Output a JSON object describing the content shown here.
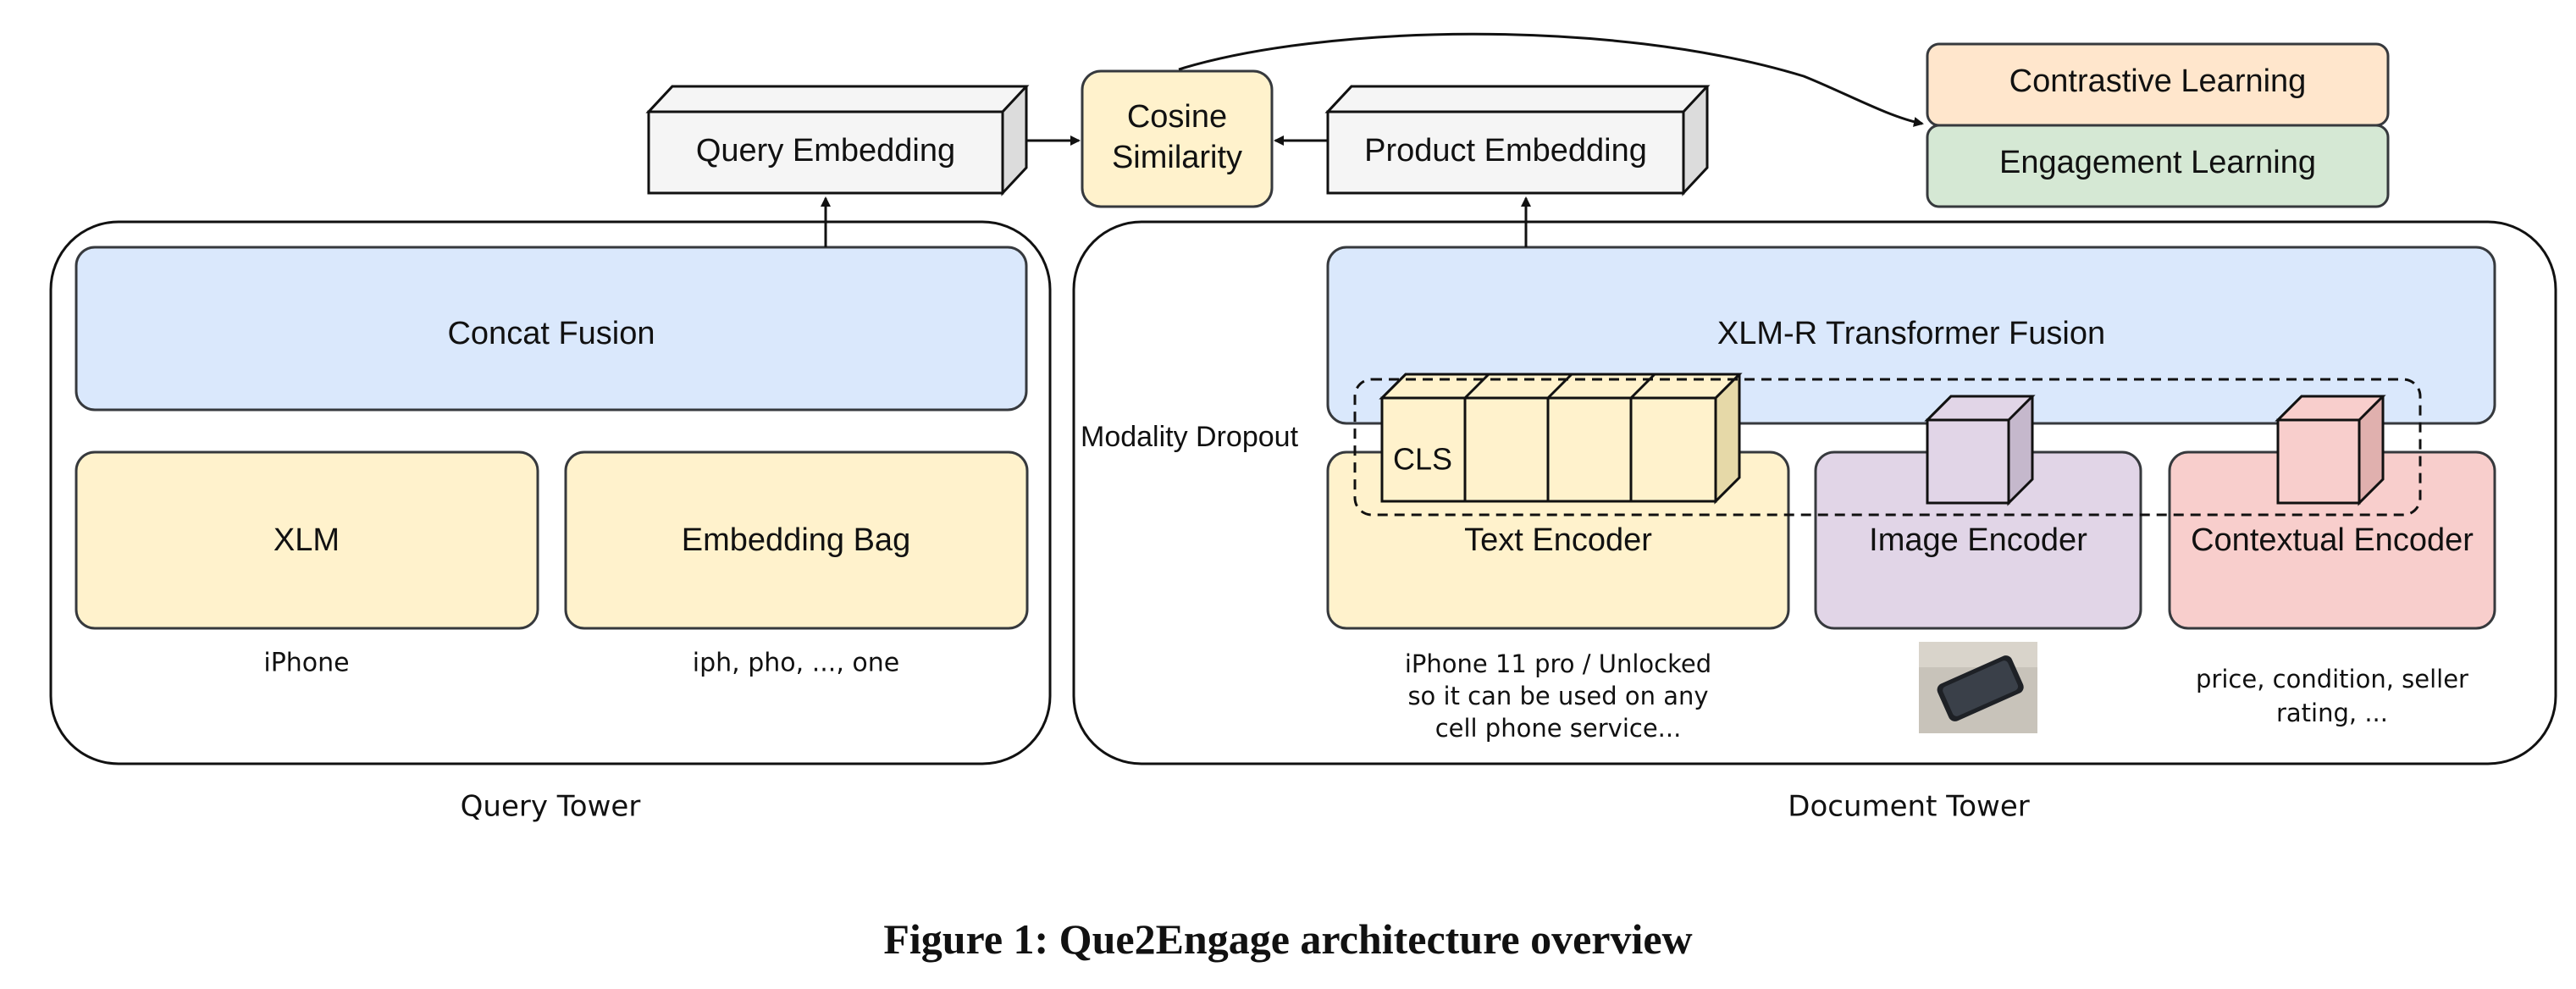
{
  "query_tower": {
    "label": "Query Tower",
    "fusion": "Concat Fusion",
    "encoder_left": "XLM",
    "encoder_right": "Embedding Bag",
    "input_left": "iPhone",
    "input_right": "iph, pho, ..., one"
  },
  "document_tower": {
    "label": "Document Tower",
    "fusion": "XLM-R Transformer Fusion",
    "modality_dropout": "Modality Dropout",
    "cls_token": "CLS",
    "text_encoder": "Text Encoder",
    "image_encoder": "Image Encoder",
    "contextual_encoder": "Contextual Encoder",
    "text_input_lines": [
      "iPhone 11 pro / Unlocked",
      "so it can be used on any",
      "cell phone service..."
    ],
    "context_input_lines": [
      "price, condition, seller",
      "rating, ..."
    ]
  },
  "embeddings": {
    "query": "Query Embedding",
    "product": "Product Embedding",
    "similarity_lines": [
      "Cosine",
      "Similarity"
    ]
  },
  "objectives": {
    "contrastive": "Contrastive Learning",
    "engagement": "Engagement Learning"
  },
  "caption": "Figure 1: Que2Engage architecture overview",
  "colors": {
    "blue_fill": "#dae8fc",
    "yellow_fill": "#fff2cc",
    "purple_fill": "#e1d5e7",
    "red_fill": "#f8cecc",
    "orange_fill": "#ffe6cc",
    "green_fill": "#d5e8d4",
    "gray_fill": "#f5f5f5",
    "stroke": "#36393d",
    "contrastive_stroke": "#a0522d",
    "engagement_stroke": "#5c8a50"
  }
}
